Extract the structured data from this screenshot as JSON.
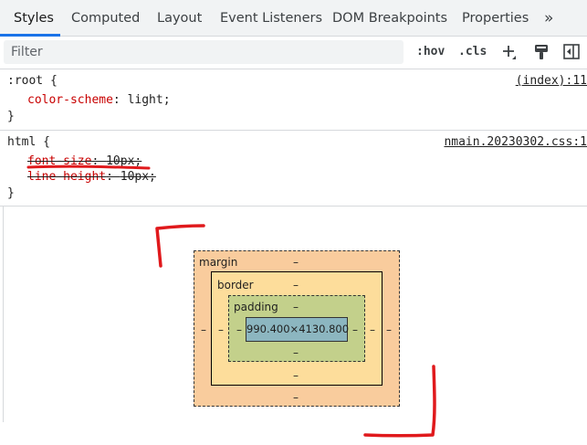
{
  "tabs": [
    {
      "label": "Styles",
      "active": true
    },
    {
      "label": "Computed"
    },
    {
      "label": "Layout"
    },
    {
      "label": "Event Listeners"
    },
    {
      "label": "DOM Breakpoints"
    },
    {
      "label": "Properties"
    }
  ],
  "tabs_overflow": "»",
  "toolbar": {
    "filter_placeholder": "Filter",
    "hov_label": ":hov",
    "cls_label": ".cls",
    "add_rule_icon": "plus-icon",
    "paint_icon": "paint-brush-icon",
    "toggle_sidebar_icon": "sidebar-toggle-icon"
  },
  "rules": [
    {
      "selector": ":root {",
      "source": "(index):11",
      "declarations": [
        {
          "property": "color-scheme",
          "value": "light;",
          "struck": false
        }
      ],
      "close": "}"
    },
    {
      "selector": "html {",
      "source": "nmain.20230302.css:1",
      "declarations": [
        {
          "property": "font-size",
          "value": "10px;",
          "struck": true
        },
        {
          "property": "line-height",
          "value": "10px;",
          "struck": true
        }
      ],
      "close": "}"
    }
  ],
  "box_model": {
    "margin_label": "margin",
    "border_label": "border",
    "padding_label": "padding",
    "content": "990.400×4130.800",
    "dash": "–"
  },
  "colors": {
    "accent": "#1a73e8",
    "property": "#c80000",
    "annotation": "#e0191c",
    "margin": "#f9cc9d",
    "border": "#fddd9b",
    "padding": "#c3d08b",
    "content": "#8cb6c0"
  }
}
